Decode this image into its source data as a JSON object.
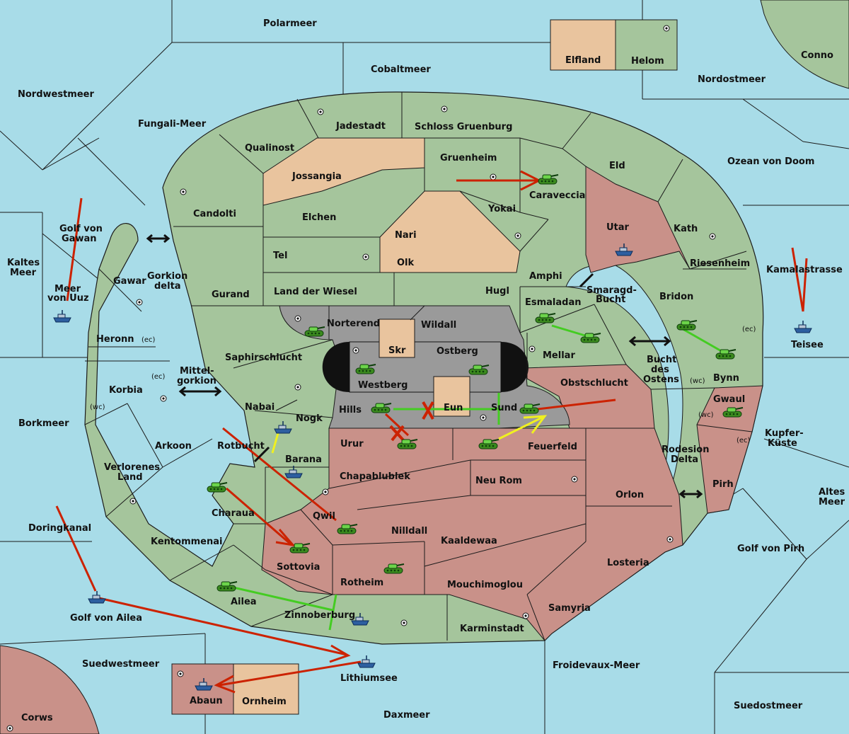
{
  "colors": {
    "sea": "#a8dce8",
    "neutral": "#a5c59c",
    "tan": "#e9c49e",
    "red": "#c99189",
    "grey": "#9a9a9a",
    "dark_grey": "#7e7e7e",
    "black": "#111111",
    "order_red": "#cc2200",
    "order_green": "#44cc22",
    "order_yellow": "#f0f020"
  },
  "labels": {
    "polarmeer": "Polarmeer",
    "cobaltmeer": "Cobaltmeer",
    "nordwestmeer": "Nordwestmeer",
    "fungali": "Fungali-Meer",
    "elfland": "Elfland",
    "helom": "Helom",
    "conno": "Conno",
    "nordostmeer": "Nordostmeer",
    "jadestadt": "Jadestadt",
    "schloss": "Schloss Gruenburg",
    "qualinost": "Qualinost",
    "jossangia": "Jossangia",
    "gruenheim": "Gruenheim",
    "caraveccia": "Caraveccia",
    "eld": "Eld",
    "ozean": "Ozean von Doom",
    "candolti": "Candolti",
    "elchen": "Elchen",
    "yokai": "Yokai",
    "nari": "Nari",
    "olk": "Olk",
    "tel": "Tel",
    "utar": "Utar",
    "kath": "Kath",
    "golf_gawan_1": "Golf von",
    "golf_gawan_2": "Gawan",
    "kaltes_1": "Kaltes",
    "kaltes_2": "Meer",
    "meer_uuz_1": "Meer",
    "meer_uuz_2": "von Uuz",
    "gawar": "Gawar",
    "gorkion_1": "Gorkion",
    "gorkion_2": "delta",
    "gurand": "Gurand",
    "land_wiesel": "Land der Wiesel",
    "hugl": "Hugl",
    "amphi": "Amphi",
    "riesenheim": "Riesenheim",
    "kamalastrasse": "Kamalastrasse",
    "smaragd_1": "Smaragd-",
    "smaragd_2": "Bucht",
    "bridon": "Bridon",
    "esmaladan": "Esmaladan",
    "norterend": "Norterend",
    "wildall": "Wildall",
    "heronn": "Heronn",
    "ec": "(ec)",
    "wc": "(wc)",
    "teisee": "Teisee",
    "skr": "Skr",
    "ostberg": "Ostberg",
    "saphirschlucht": "Saphirschlucht",
    "mellar": "Mellar",
    "bucht_ostens_1": "Bucht",
    "bucht_ostens_2": "des",
    "bucht_ostens_3": "Ostens",
    "mittel_1": "Mittel-",
    "mittel_2": "gorkion",
    "westberg": "Westberg",
    "obstschlucht": "Obstschlucht",
    "bynn": "Bynn",
    "korbia": "Korbia",
    "nabai": "Nabai",
    "nogk": "Nogk",
    "hills": "Hills",
    "eun": "Eun",
    "sund": "Sund",
    "gwaul": "Gwaul",
    "borkmeer": "Borkmeer",
    "kupfer_1": "Kupfer-",
    "kupfer_2": "Küste",
    "arkoon": "Arkoon",
    "rotbucht": "Rotbucht",
    "urur": "Urur",
    "feuerfeld": "Feuerfeld",
    "rodesion_1": "Rodesion",
    "rodesion_2": "Delta",
    "barana": "Barana",
    "verlorenes_1": "Verlorenes",
    "verlorenes_2": "Land",
    "chapablublek": "Chapablublek",
    "neu_rom": "Neu Rom",
    "pirh": "Pirh",
    "orlon": "Orlon",
    "altes_1": "Altes",
    "altes_2": "Meer",
    "charaua": "Charaua",
    "doringkanal": "Doringkanal",
    "qwil": "Qwil",
    "nilldall": "Nilldall",
    "kentommenai": "Kentommenai",
    "kaaldewaa": "Kaaldewaa",
    "golf_pirh": "Golf von Pirh",
    "sottovia": "Sottovia",
    "losteria": "Losteria",
    "rotheim": "Rotheim",
    "mouchimoglou": "Mouchimoglou",
    "ailea": "Ailea",
    "samyria": "Samyria",
    "golf_ailea": "Golf von Ailea",
    "zinnoberburg": "Zinnoberburg",
    "karminstadt": "Karminstadt",
    "suedwestmeer": "Suedwestmeer",
    "froidevaux": "Froidevaux-Meer",
    "lithiumsee": "Lithiumsee",
    "suedostmeer": "Suedostmeer",
    "abaun": "Abaun",
    "ornheim": "Ornheim",
    "corws": "Corws",
    "daxmeer": "Daxmeer"
  }
}
